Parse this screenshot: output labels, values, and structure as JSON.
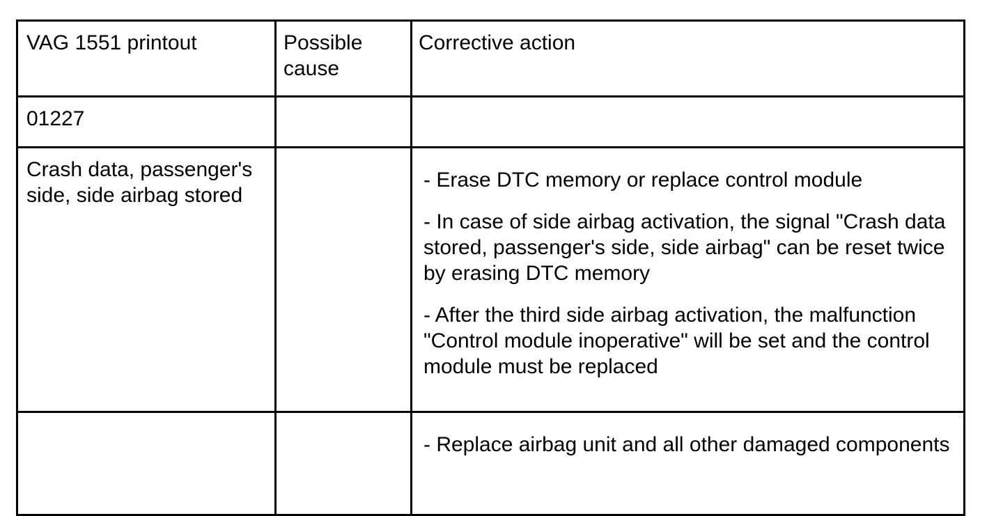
{
  "table": {
    "headers": [
      "VAG 1551 printout",
      "Possible cause",
      "Corrective action"
    ],
    "rows": [
      {
        "printout": "01227",
        "cause": "",
        "actions": []
      },
      {
        "printout": "Crash data, passenger's side, side airbag stored",
        "cause": "",
        "actions": [
          "- Erase DTC memory or replace control module",
          "- In case of side airbag activation, the signal \"Crash data stored, passenger's side, side airbag\" can be reset twice by erasing DTC memory",
          "- After the third side airbag activation, the malfunction \"Control module inoperative\" will be set and the control module must be replaced"
        ]
      },
      {
        "printout": "",
        "cause": "",
        "actions": [
          "- Replace airbag unit and all other damaged components"
        ]
      }
    ]
  }
}
